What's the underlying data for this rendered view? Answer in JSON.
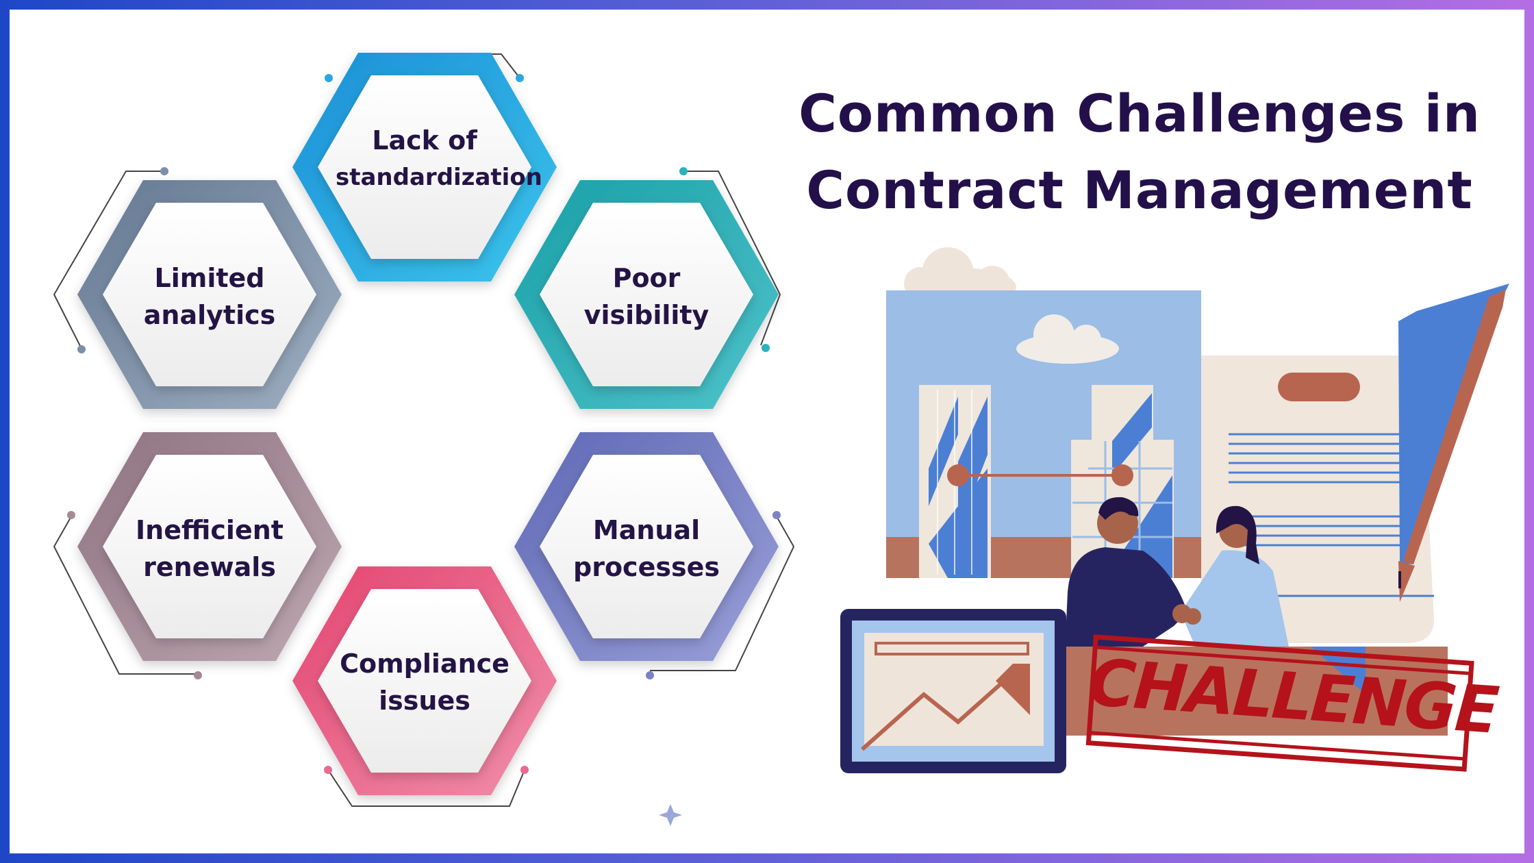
{
  "title": {
    "line1": "Common Challenges in",
    "line2": "Contract Management"
  },
  "hexagons": [
    {
      "line1": "Lack of",
      "line2": "standardization",
      "color": "#29b6e8"
    },
    {
      "line1": "Poor",
      "line2": "visibility",
      "color": "#2bb3bd"
    },
    {
      "line1": "Manual",
      "line2": "processes",
      "color": "#7b83c9"
    },
    {
      "line1": "Compliance",
      "line2": "issues",
      "color": "#ec6a8f"
    },
    {
      "line1": "Inefficient",
      "line2": "renewals",
      "color": "#a48a95"
    },
    {
      "line1": "Limited",
      "line2": "analytics",
      "color": "#7d8fa7"
    }
  ],
  "stamp": {
    "text": "CHALLENGE",
    "color": "#b5121b"
  },
  "colors": {
    "title": "#23104a",
    "hex_text": "#241445"
  }
}
